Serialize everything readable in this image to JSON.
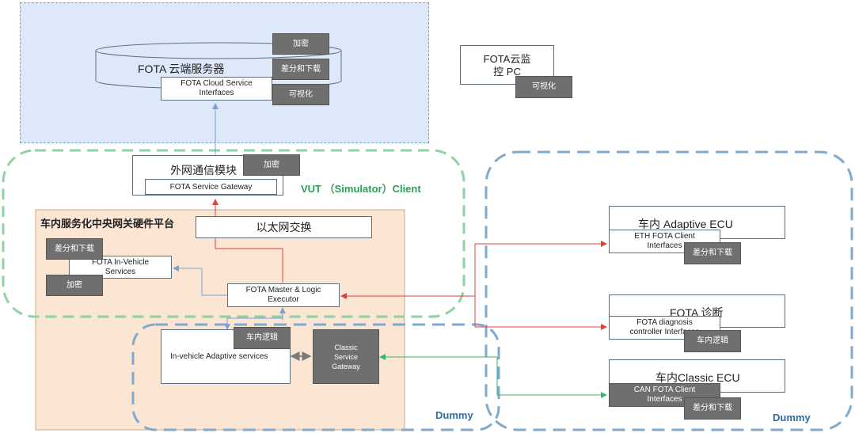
{
  "cloud": {
    "server_title": "FOTA 云端服务器",
    "interface_label": "FOTA Cloud Service Interfaces",
    "tags": [
      "加密",
      "差分和下载",
      "可视化"
    ]
  },
  "monitor": {
    "title": "FOTA云监控 PC",
    "tag": "可视化"
  },
  "vut": {
    "label": "VUT （Simulator）Client",
    "comm_module": "外网通信模块",
    "comm_tag": "加密",
    "gateway": "FOTA Service Gateway"
  },
  "platform": {
    "title": "车内服务化中央网关硬件平台",
    "ethernet_switch": "以太网交换",
    "invehicle_services": "FOTA In-Vehicle Services",
    "services_tags": [
      "差分和下载",
      "加密"
    ],
    "master": "FOTA Master & Logic Executor",
    "adaptive_services": "In-vehicle Adaptive services",
    "adaptive_tag": "车内逻辑",
    "classic_gateway": "Classic Service Gateway"
  },
  "dummy_label": "Dummy",
  "ecus": {
    "adaptive": {
      "title": "车内 Adaptive ECU",
      "interface": "ETH FOTA Client Interfaces",
      "tag": "差分和下载"
    },
    "diagnosis": {
      "title": "FOTA 诊断",
      "interface": "FOTA diagnosis controller Interfaces",
      "tag": "车内逻辑"
    },
    "classic": {
      "title": "车内Classic ECU",
      "interface": "CAN FOTA Client Interfaces",
      "tag": "差分和下载"
    }
  },
  "colors": {
    "cloud_fill": "#dde8f8",
    "platform_fill": "#fbe6d4",
    "vut_border": "#8fd2a4",
    "dummy_border": "#7fa9cf",
    "label_green": "#2f9e58",
    "label_blue": "#2e6da4",
    "arrow_red": "#e0403a",
    "arrow_blue": "#7ba2d8",
    "arrow_green": "#3bb56a",
    "tag_fill": "#6f6f6f"
  }
}
